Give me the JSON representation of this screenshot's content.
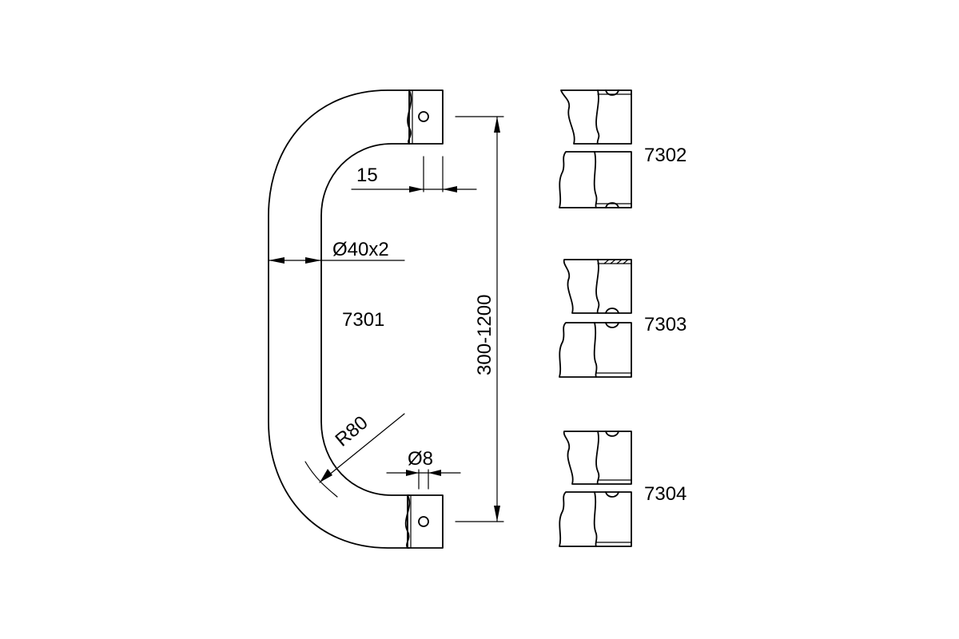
{
  "labels": {
    "width_15": "15",
    "tube": "Ø40x2",
    "code_main": "7301",
    "length": "300-1200",
    "radius": "R80",
    "hole": "Ø8",
    "variant_a": "7302",
    "variant_b": "7303",
    "variant_c": "7304"
  }
}
